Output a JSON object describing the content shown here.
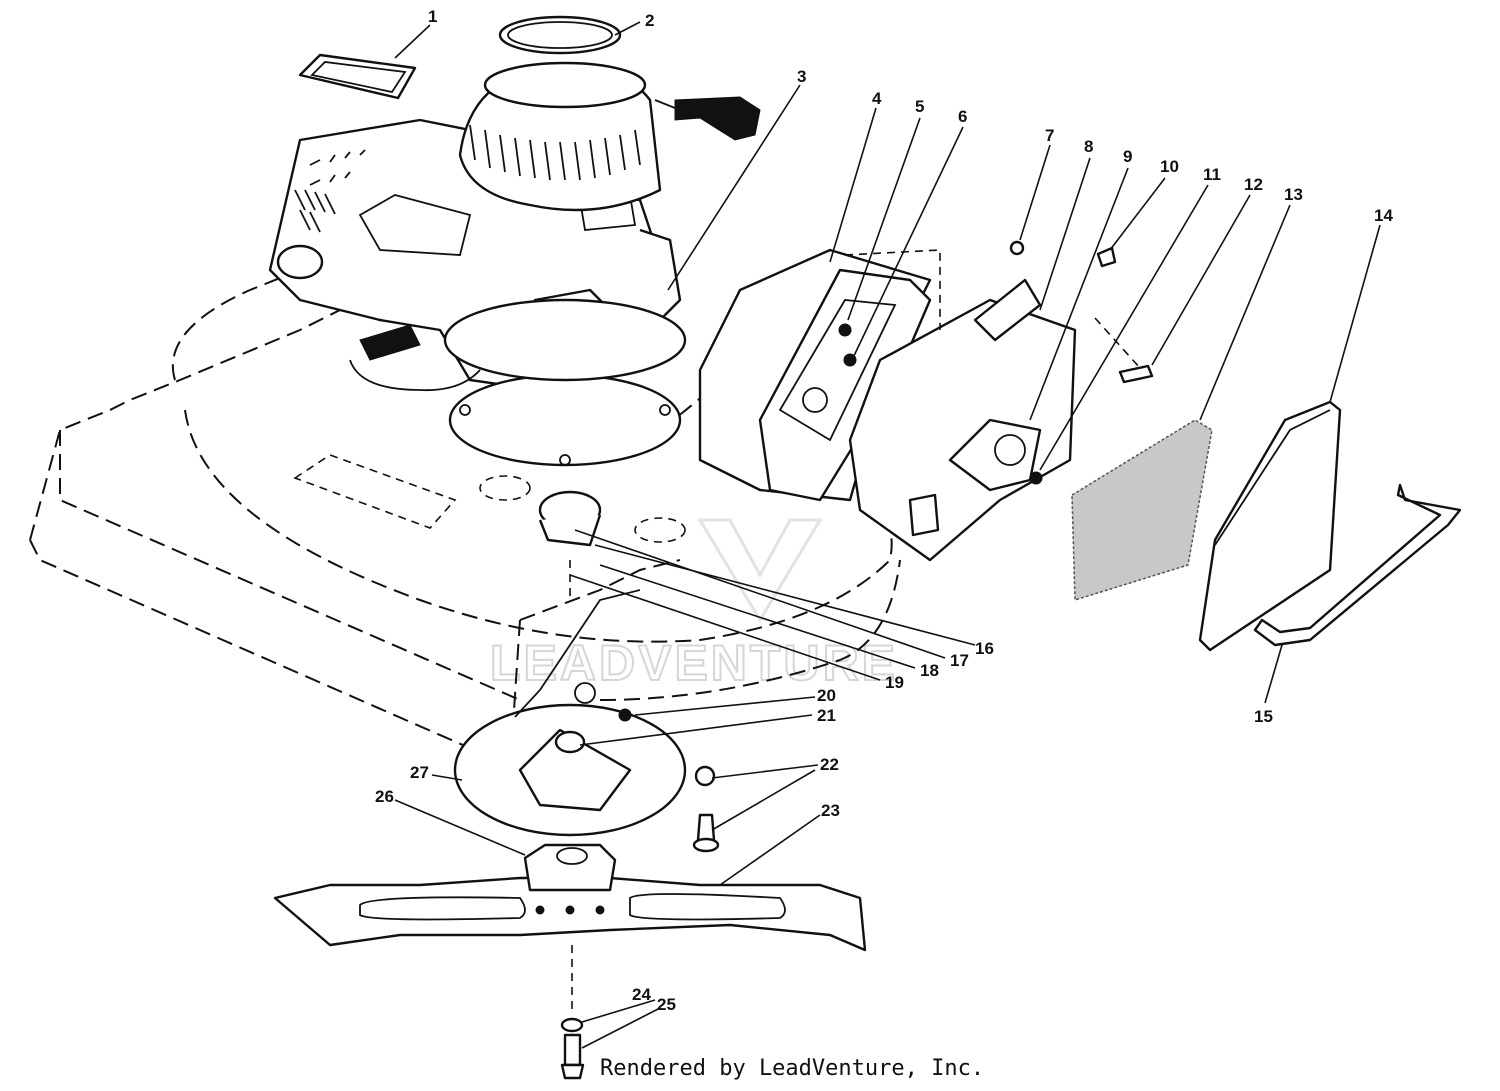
{
  "watermark": "LEADVENTURE",
  "credit": "Rendered by LeadVenture, Inc.",
  "callouts": {
    "c1": "1",
    "c2": "2",
    "c3": "3",
    "c4": "4",
    "c5": "5",
    "c6": "6",
    "c7": "7",
    "c8": "8",
    "c9": "9",
    "c10": "10",
    "c11": "11",
    "c12": "12",
    "c13": "13",
    "c14": "14",
    "c15": "15",
    "c16": "16",
    "c17": "17",
    "c18": "18",
    "c19": "19",
    "c20": "20",
    "c21": "21",
    "c22": "22",
    "c23": "23",
    "c24": "24",
    "c25": "25",
    "c26": "26",
    "c27": "27"
  }
}
